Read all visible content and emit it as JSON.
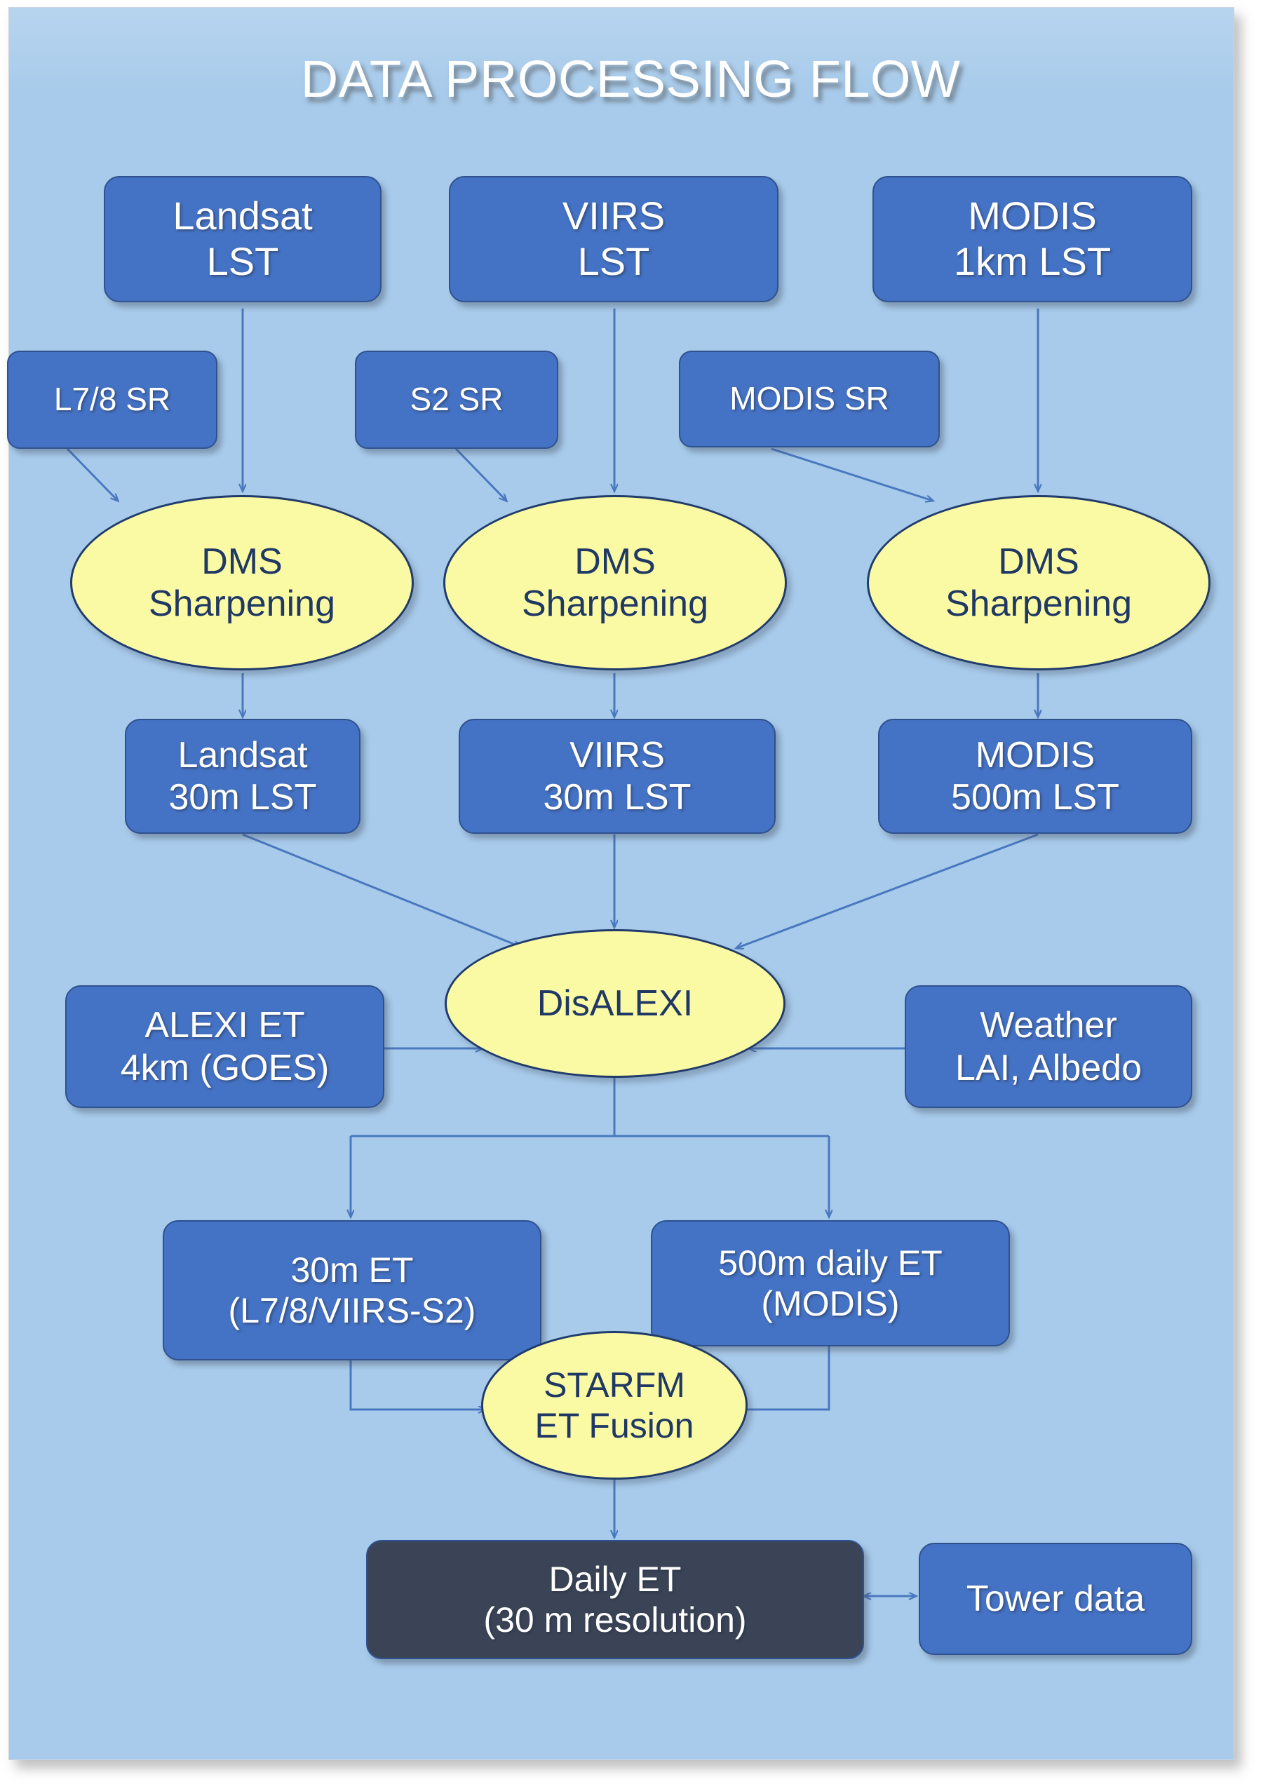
{
  "title": "DATA PROCESSING FLOW",
  "colors": {
    "background": "#a8cbeb",
    "box_fill": "#4472c4",
    "box_border": "#2f528f",
    "ellipse_fill": "#fbfaa4",
    "ellipse_border": "#213c6b",
    "ellipse_text": "#1f3864",
    "dark_box_fill": "#3a4456",
    "arrow": "#4a78bf",
    "title_text": "#ffffff"
  },
  "nodes": {
    "landsat_lst": {
      "line1": "Landsat",
      "line2": "LST"
    },
    "viirs_lst": {
      "line1": "VIIRS",
      "line2": "LST"
    },
    "modis_lst": {
      "line1": "MODIS",
      "line2": "1km LST"
    },
    "l78_sr": {
      "line1": "L7/8 SR",
      "line2": ""
    },
    "s2_sr": {
      "line1": "S2  SR",
      "line2": ""
    },
    "modis_sr": {
      "line1": "MODIS  SR",
      "line2": ""
    },
    "dms_left": {
      "line1": "DMS",
      "line2": "Sharpening"
    },
    "dms_mid": {
      "line1": "DMS",
      "line2": "Sharpening"
    },
    "dms_right": {
      "line1": "DMS",
      "line2": "Sharpening"
    },
    "landsat_30m_lst": {
      "line1": "Landsat",
      "line2": "30m LST"
    },
    "viirs_30m_lst": {
      "line1": "VIIRS",
      "line2": "30m LST"
    },
    "modis_500m_lst": {
      "line1": "MODIS",
      "line2": "500m LST"
    },
    "disalexi": {
      "line1": "DisALEXI",
      "line2": ""
    },
    "alexi_et": {
      "line1": "ALEXI ET",
      "line2": "4km (GOES)"
    },
    "weather": {
      "line1": "Weather",
      "line2": "LAI, Albedo"
    },
    "et_30m": {
      "line1": "30m ET",
      "line2": "(L7/8/VIIRS-S2)"
    },
    "et_500m_daily": {
      "line1": "500m daily ET",
      "line2": "(MODIS)"
    },
    "starfm": {
      "line1": "STARFM",
      "line2": "ET Fusion"
    },
    "daily_et": {
      "line1": "Daily ET",
      "line2": "(30 m resolution)"
    },
    "tower_data": {
      "line1": "Tower data",
      "line2": ""
    }
  },
  "flow": {
    "edges": [
      "Landsat LST -> DMS Sharpening (left)",
      "L7/8 SR -> DMS Sharpening (left)",
      "VIIRS LST -> DMS Sharpening (middle)",
      "S2 SR -> DMS Sharpening (middle)",
      "MODIS 1km LST -> DMS Sharpening (right)",
      "MODIS SR -> DMS Sharpening (right)",
      "DMS Sharpening (left) -> Landsat 30m LST",
      "DMS Sharpening (middle) -> VIIRS 30m LST",
      "DMS Sharpening (right) -> MODIS 500m LST",
      "Landsat 30m LST -> DisALEXI",
      "VIIRS 30m LST -> DisALEXI",
      "MODIS 500m LST -> DisALEXI",
      "ALEXI ET 4km (GOES) -> DisALEXI",
      "Weather LAI, Albedo -> DisALEXI",
      "DisALEXI -> 30m ET (L7/8/VIIRS-S2)",
      "DisALEXI -> 500m daily ET (MODIS)",
      "30m ET (L7/8/VIIRS-S2) -> STARFM ET Fusion",
      "500m daily ET (MODIS) -> STARFM ET Fusion",
      "STARFM ET Fusion -> Daily ET (30 m resolution)",
      "Daily ET (30 m resolution) <-> Tower data"
    ]
  }
}
